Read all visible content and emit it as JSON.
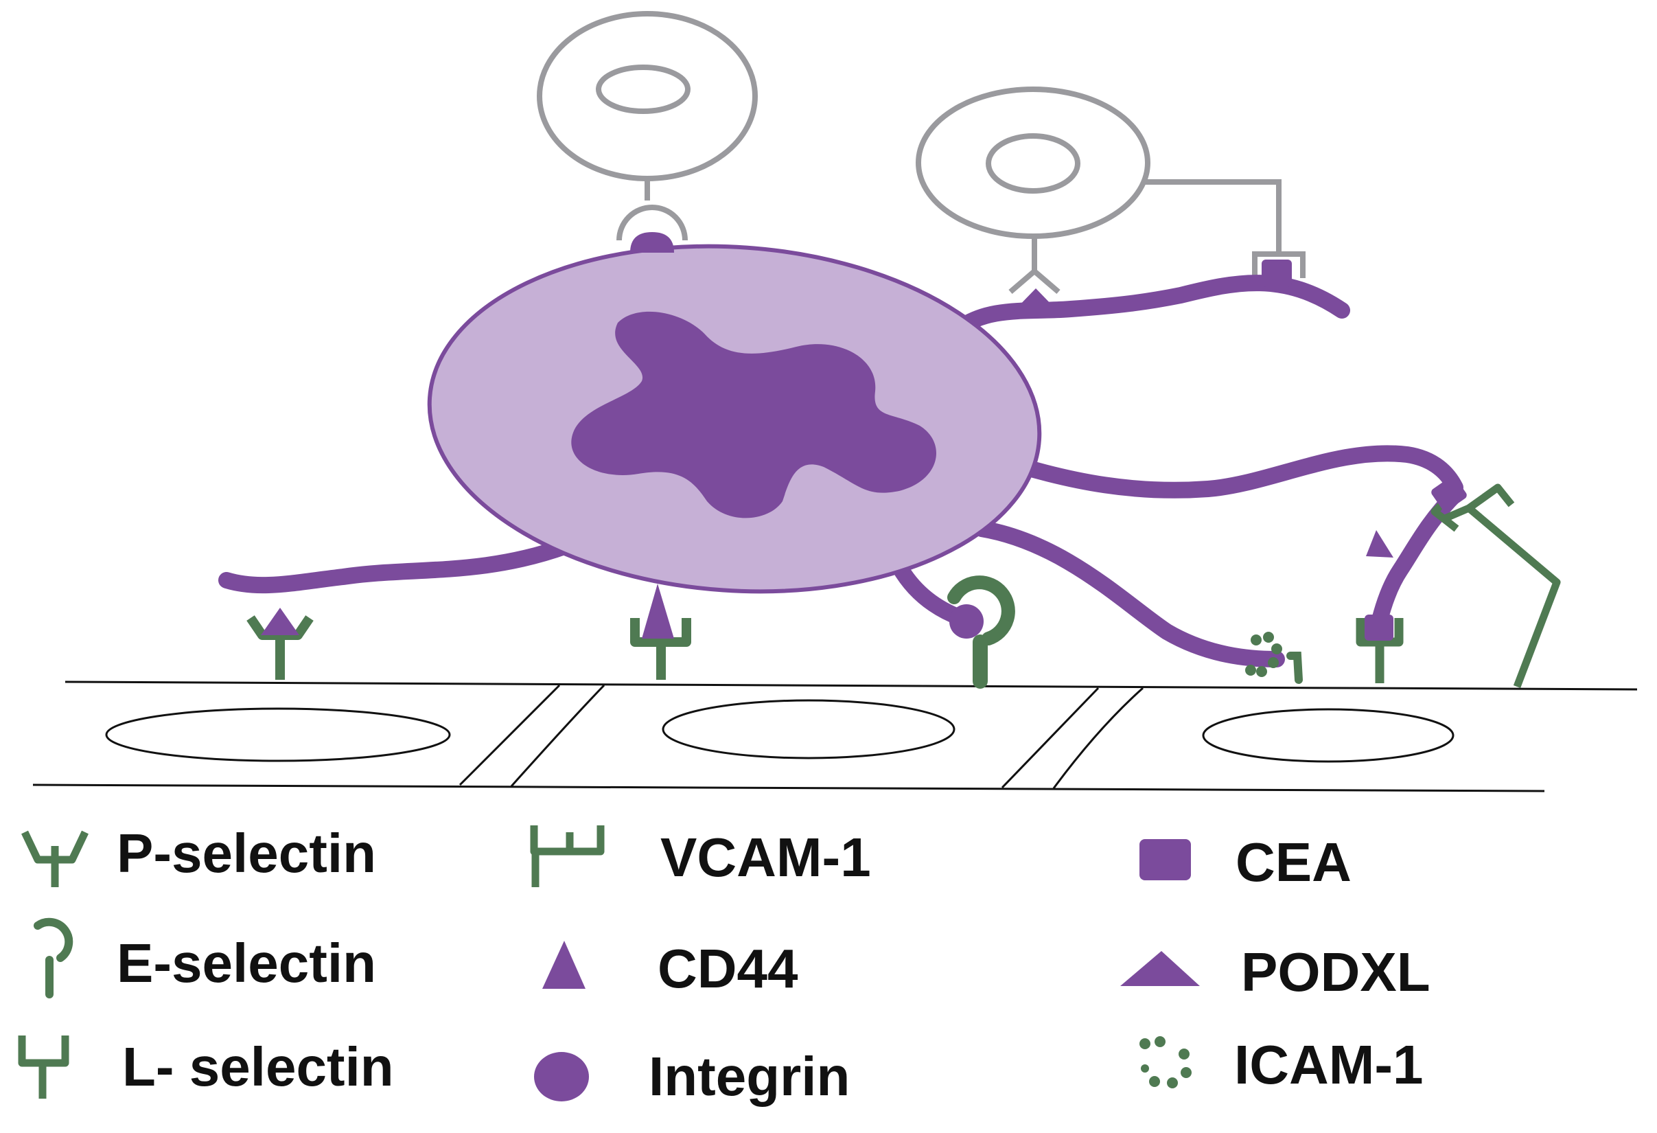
{
  "colors": {
    "purple": "#7b4b9c",
    "light_purple": "#c6b0d6",
    "green": "#4f7a52",
    "gray": "#9a9a9e",
    "black": "#111111"
  },
  "legend": {
    "p_selectin": {
      "label": "P-selectin",
      "icon": "p-selectin-icon"
    },
    "e_selectin": {
      "label": "E-selectin",
      "icon": "e-selectin-icon"
    },
    "l_selectin": {
      "label": "L- selectin",
      "icon": "l-selectin-icon"
    },
    "vcam1": {
      "label": "VCAM-1",
      "icon": "vcam1-icon"
    },
    "cd44": {
      "label": "CD44",
      "icon": "cd44-icon"
    },
    "integrin": {
      "label": "Integrin",
      "icon": "integrin-icon"
    },
    "cea": {
      "label": "CEA",
      "icon": "cea-icon"
    },
    "podxl": {
      "label": "PODXL",
      "icon": "podxl-icon"
    },
    "icam1": {
      "label": "ICAM-1",
      "icon": "icam1-icon"
    }
  }
}
